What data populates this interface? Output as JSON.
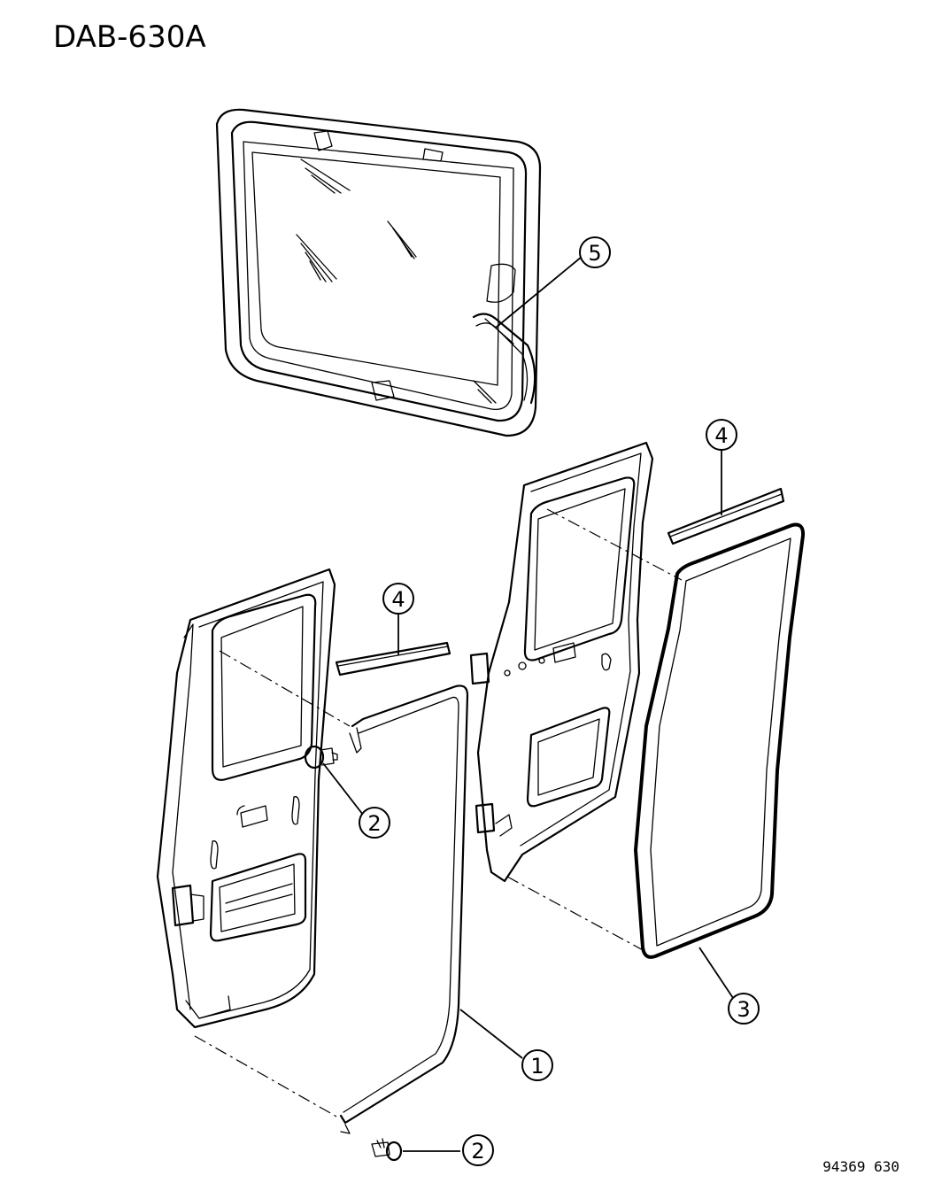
{
  "diagram": {
    "title": "DAB-630A",
    "part_number": "94369 630",
    "callouts": [
      {
        "id": "c5",
        "label": "5"
      },
      {
        "id": "c4a",
        "label": "4"
      },
      {
        "id": "c4b",
        "label": "4"
      },
      {
        "id": "c2a",
        "label": "2"
      },
      {
        "id": "c1",
        "label": "1"
      },
      {
        "id": "c3",
        "label": "3"
      },
      {
        "id": "c2b",
        "label": "2"
      }
    ]
  }
}
